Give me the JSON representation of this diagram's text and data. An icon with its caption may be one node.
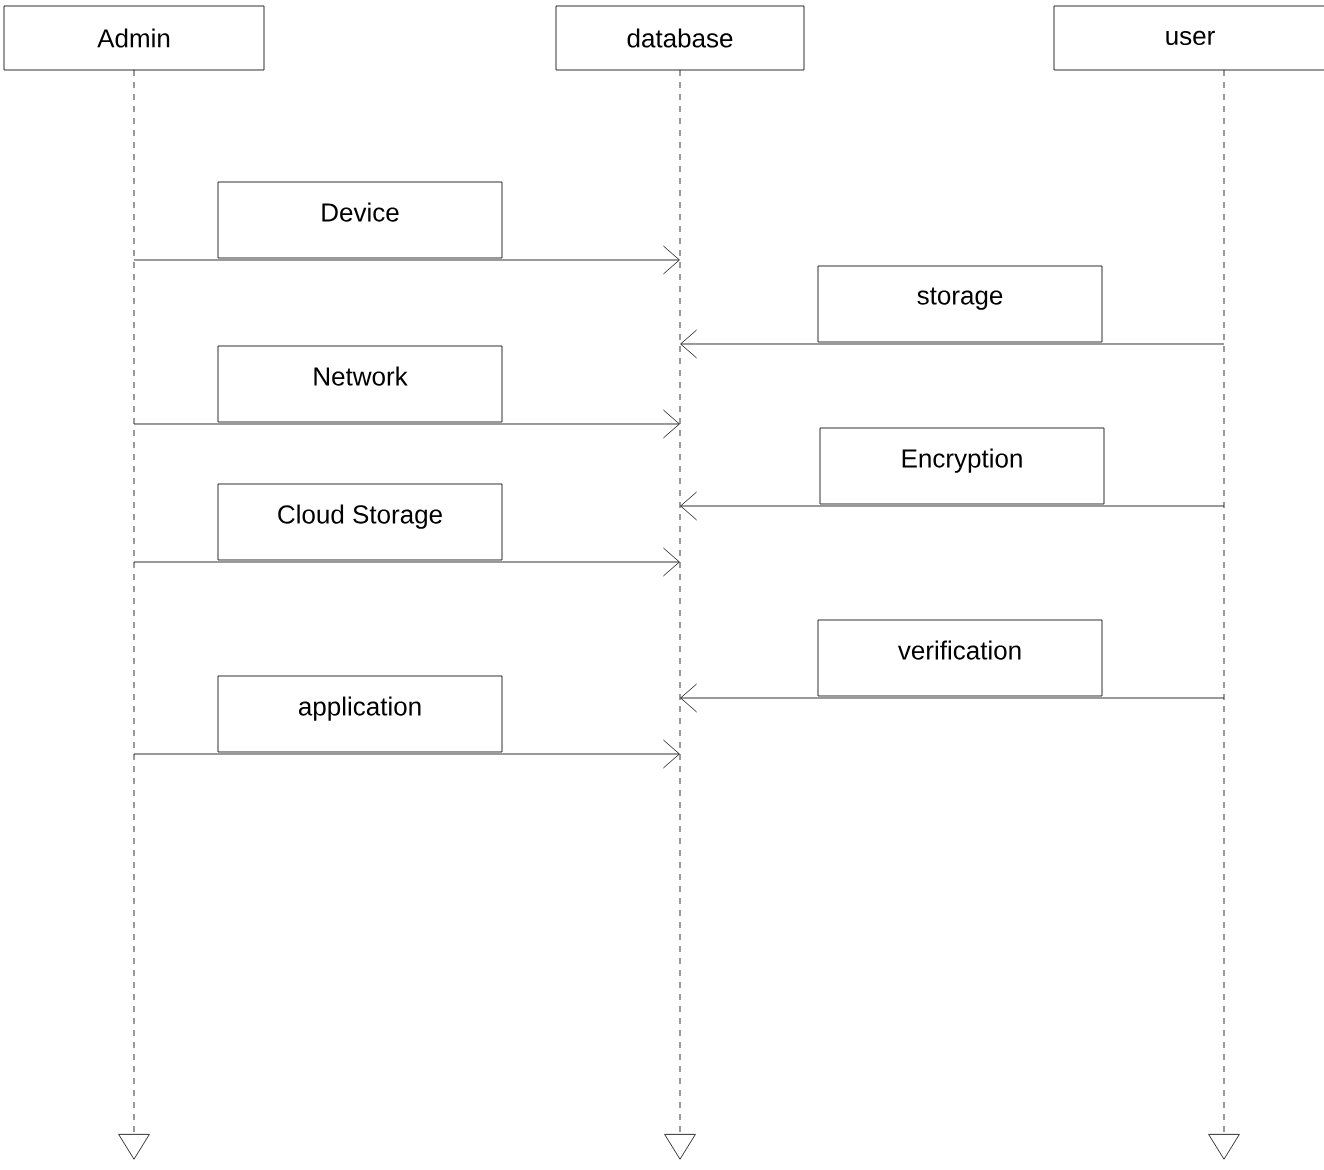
{
  "diagram": {
    "nodes": [
      {
        "text": [
          "Admin"
        ]
      },
      {
        "text": [
          "database"
        ]
      },
      {
        "text": [
          "user"
        ]
      }
    ],
    "edges": [
      {
        "from": 0,
        "to": 1,
        "arrow": "to",
        "label": "Device"
      },
      {
        "from": 2,
        "to": 1,
        "arrow": "to",
        "label": "storage"
      },
      {
        "from": 0,
        "to": 1,
        "arrow": "to",
        "label": "Network"
      },
      {
        "from": 2,
        "to": 1,
        "arrow": "to",
        "label": "Encryption"
      },
      {
        "from": 0,
        "to": 1,
        "arrow": "to",
        "label": "Cloud Storage"
      },
      {
        "from": 2,
        "to": 1,
        "arrow": "to",
        "label": "verification"
      },
      {
        "from": 0,
        "to": 1,
        "arrow": "to",
        "label": "application"
      }
    ]
  }
}
